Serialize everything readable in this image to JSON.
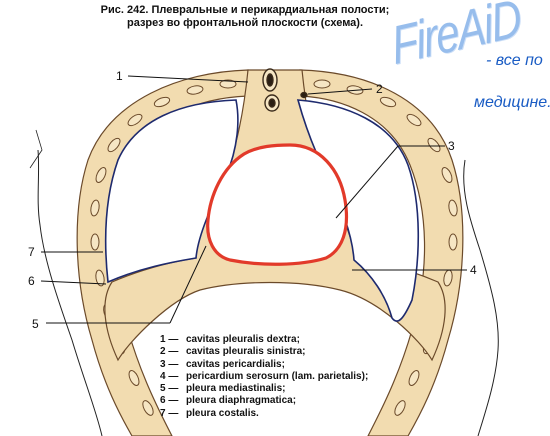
{
  "caption": {
    "line1": "Рис. 242. Плевральные и перикардиальная полости;",
    "line2": "разрез во фронтальной плоскости (схема)."
  },
  "watermark": {
    "logo": "FireAiD",
    "line1": "- все по",
    "line2": "медицине."
  },
  "labels": [
    "1",
    "2",
    "3",
    "4",
    "5",
    "6",
    "7"
  ],
  "legend": [
    {
      "num": "1 —",
      "text": "cavitas pleuralis dextra;"
    },
    {
      "num": "2 —",
      "text": "cavitas pleuralis sinistra;"
    },
    {
      "num": "3 —",
      "text": "cavitas pericardialis;"
    },
    {
      "num": "4 —",
      "text": "pericardium serosurn (lam. parietalis);"
    },
    {
      "num": "5 —",
      "text": "pleura mediastinalis;"
    },
    {
      "num": "6 —",
      "text": "pleura diaphragmatica;"
    },
    {
      "num": "7 —",
      "text": "pleura costalis."
    }
  ],
  "colors": {
    "tissue": "#f2dcb0",
    "tissue_stroke": "#6b4a2a",
    "pericardium": "#e23a2a",
    "pleura": "#1e2a6e",
    "watermark": "#1a6fd6"
  }
}
